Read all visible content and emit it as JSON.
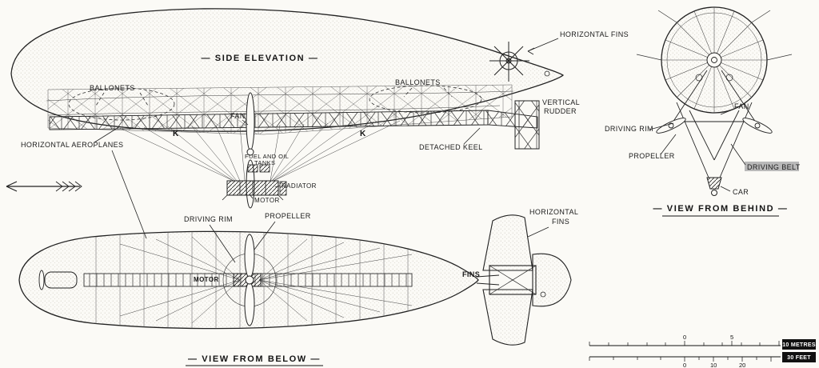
{
  "side": {
    "title": "— SIDE ELEVATION —",
    "ballonets_left": "BALLONETS",
    "ballonets_right": "BALLONETS",
    "horizontal_fins": "HORIZONTAL FINS",
    "horizontal_aeroplanes": "HORIZONTAL AEROPLANES",
    "fan": "FAN",
    "k_left": "K",
    "k_right": "K",
    "fuel_line1": "FUEL AND OIL",
    "fuel_line2": "TANKS",
    "radiator": "RADIATOR",
    "motor": "MOTOR",
    "detached_keel": "DETACHED KEEL",
    "vertical_rudder_line1": "VERTICAL",
    "vertical_rudder_line2": "RUDDER"
  },
  "behind": {
    "title": "— VIEW FROM BEHIND —",
    "fan": "FAN",
    "driving_rim": "DRIVING RIM",
    "propeller": "PROPELLER",
    "driving_belt": "DRIVING BELT",
    "car": "CAR"
  },
  "below": {
    "title": "— VIEW FROM BELOW —",
    "driving_rim": "DRIVING RIM",
    "propeller": "PROPELLER",
    "motor": "MOTOR",
    "fins": "FINS",
    "horizontal_fins_line1": "HORIZONTAL",
    "horizontal_fins_line2": "FINS"
  },
  "scale": {
    "m0": "0",
    "m5": "5",
    "metres_box": "10 METRES",
    "f0": "0",
    "f10": "10",
    "f20": "20",
    "feet_box": "30 FEET"
  },
  "colors": {
    "ink": "#222222",
    "paper": "#fbfaf6",
    "highlight": "#b9b9b9"
  }
}
